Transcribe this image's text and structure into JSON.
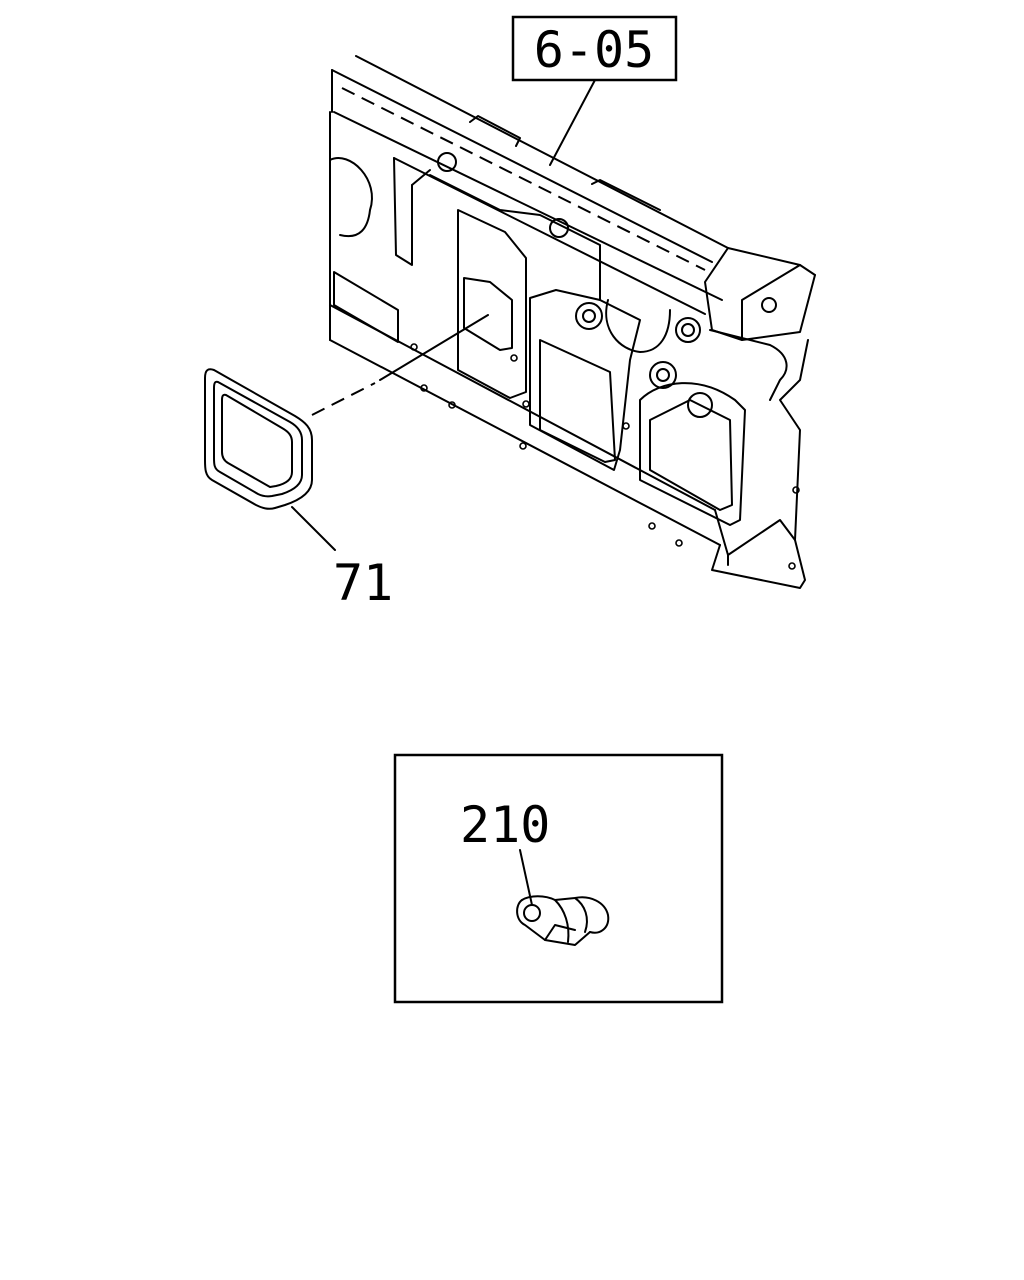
{
  "diagram": {
    "labels": {
      "section_ref": "6-05",
      "part_gasket": "71",
      "part_clip": "210"
    }
  }
}
